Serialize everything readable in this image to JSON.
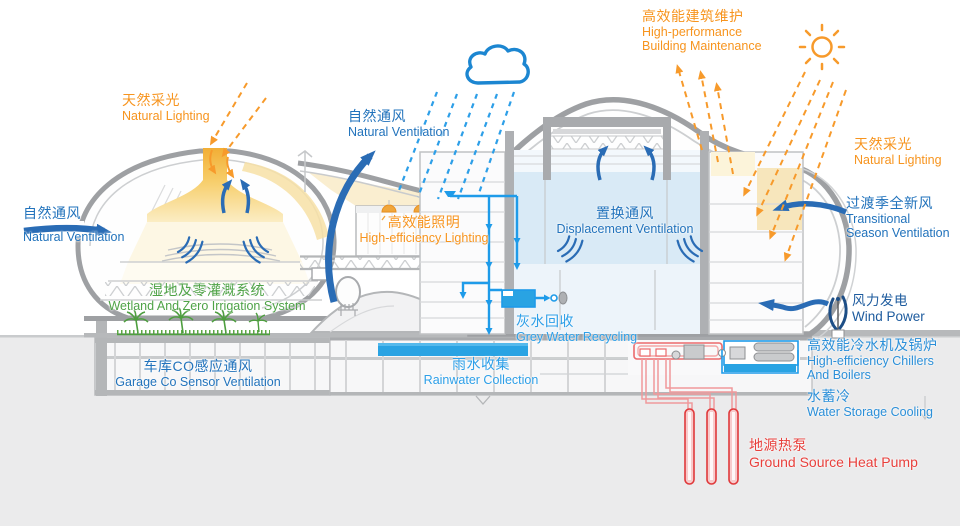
{
  "labels": {
    "natural_lighting_left": {
      "zh": "天然采光",
      "en": "Natural Lighting"
    },
    "natural_ventilation_left": {
      "zh": "自然通风",
      "en": "Natural Ventilation"
    },
    "natural_ventilation_mid": {
      "zh": "自然通风",
      "en": "Natural Ventilation"
    },
    "high_efficiency_lighting": {
      "zh": "高效能照明",
      "en": "High-efficiency Lighting"
    },
    "high_performance_maintenance": {
      "zh": "高效能建筑维护",
      "en1": "High-performance",
      "en2": "Building Maintenance"
    },
    "natural_lighting_right": {
      "zh": "天然采光",
      "en": "Natural Lighting"
    },
    "transitional_season": {
      "zh": "过渡季全新风",
      "en1": "Transitional",
      "en2": "Season Ventilation"
    },
    "displacement_ventilation": {
      "zh": "置换通风",
      "en": "Displacement Ventilation"
    },
    "wetland": {
      "zh": "湿地及零灌溉系统",
      "en": "Wetland And Zero Irrigation System"
    },
    "garage": {
      "zh": "车库CO感应通风",
      "en": "Garage Co Sensor Ventilation"
    },
    "rainwater": {
      "zh": "雨水收集",
      "en": "Rainwater Collection"
    },
    "greywater": {
      "zh": "灰水回收",
      "en": "Grey Water Recycling"
    },
    "wind_power": {
      "zh": "风力发电",
      "en": "Wind Power"
    },
    "chillers": {
      "zh": "高效能冷水机及锅炉",
      "en1": "High-efficiency Chillers",
      "en2": "And Boilers"
    },
    "water_storage": {
      "zh": "水蓄冷",
      "en": "Water Storage Cooling"
    },
    "ground_source": {
      "zh": "地源热泵",
      "en": "Ground Source Heat Pump"
    }
  },
  "colors": {
    "orange": "#F7941E",
    "blue": "#2273BC",
    "sky_blue": "#2D9FE8",
    "mid_blue": "#2B8FD8",
    "navy": "#1D5B9E",
    "green": "#4FA347",
    "red": "#E8403C",
    "water": "#29A3E3",
    "pipe_blue": "#1E9BE9",
    "arrow_blue": "#2A6CB5",
    "outline_gray": "#9EA0A3",
    "ground_gray": "#EBEBEC",
    "glow_yellow": "#F5BC3F"
  },
  "icons": {
    "sun": "sun-icon",
    "cloud": "rain-cloud-icon",
    "wind_turbine": "wind-turbine-icon",
    "lamps": "ceiling-lamp-icon",
    "palms": "palm-tree-icon"
  }
}
